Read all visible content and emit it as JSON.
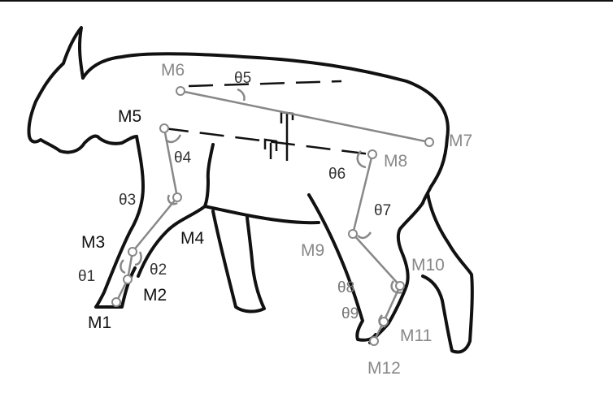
{
  "labels": {
    "M1": "M1",
    "M2": "M2",
    "M3": "M3",
    "M4": "M4",
    "M5": "M5",
    "M6": "M6",
    "M7": "M7",
    "M8": "M8",
    "M9": "M9",
    "M10": "M10",
    "M11": "M11",
    "M12": "M12"
  },
  "angles": {
    "t1": "θ1",
    "t2": "θ2",
    "t3": "θ3",
    "t4": "θ4",
    "t5": "θ5",
    "t6": "θ6",
    "t7": "θ7",
    "t8": "θ8",
    "t9": "θ9"
  },
  "colors": {
    "outline": "#111111",
    "markers": "#888888"
  }
}
